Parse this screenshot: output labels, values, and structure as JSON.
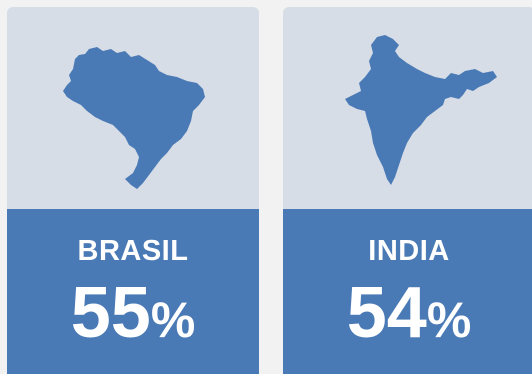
{
  "colors": {
    "page_background": "#f2f2f2",
    "card_top": "#d6dde6",
    "card_bottom": "#4a7ab5",
    "map_fill": "#4a7ab5",
    "text": "#ffffff"
  },
  "cards": [
    {
      "country": "BRASIL",
      "value": "55",
      "unit": "%",
      "icon": "brazil-map-icon"
    },
    {
      "country": "INDIA",
      "value": "54",
      "unit": "%",
      "icon": "india-map-icon"
    }
  ]
}
